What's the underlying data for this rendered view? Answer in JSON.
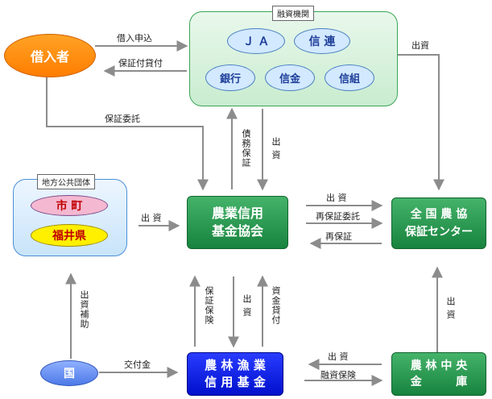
{
  "nodes": {
    "borrower": "借入者",
    "finance_group_label": "融資機関",
    "ja": "Ｊ Ａ",
    "shinren": "信 連",
    "bank": "銀行",
    "shinkin": "信金",
    "shinkumi": "信組",
    "local_gov_label": "地方公共団体",
    "city_town": "市 町",
    "fukui": "福井県",
    "kyokai_line1": "農業信用",
    "kyokai_line2": "基金協会",
    "national_center_line1": "全 国 農 協",
    "national_center_line2": "保証センター",
    "country": "国",
    "fishery_fund_line1": "農 林 漁 業",
    "fishery_fund_line2": "信 用 基 金",
    "norinchukin_line1": "農 林 中 央",
    "norinchukin_line2": "金 　 　 庫"
  },
  "labels": {
    "loan_application": "借入申込",
    "guaranteed_loan": "保証付貸付",
    "guarantee_request": "保証委託",
    "debt_guarantee": "債務保証",
    "investment_v1": "出 資",
    "investment_top_right": "出資",
    "local_investment": "出 資",
    "center_investment": "出 資",
    "reguarantee_request": "再保証委託",
    "reguarantee": "再保証",
    "investment_subsidy": "出資補助",
    "guarantee_insurance": "保証保険",
    "investment_v2": "出 資",
    "fund_loan": "資金貸付",
    "investment_v3": "出 資",
    "subsidy": "交付金",
    "bottom_investment": "出 資",
    "financing_insurance": "融資保険"
  },
  "colors": {
    "arrow": "#8c8c8c",
    "green_node": "#1f8f45",
    "blue_node": "#0a1ee6",
    "orange_oval": "#ff8a00",
    "city_oval": "#f4b8d0",
    "fukui_oval": "#fff000"
  }
}
